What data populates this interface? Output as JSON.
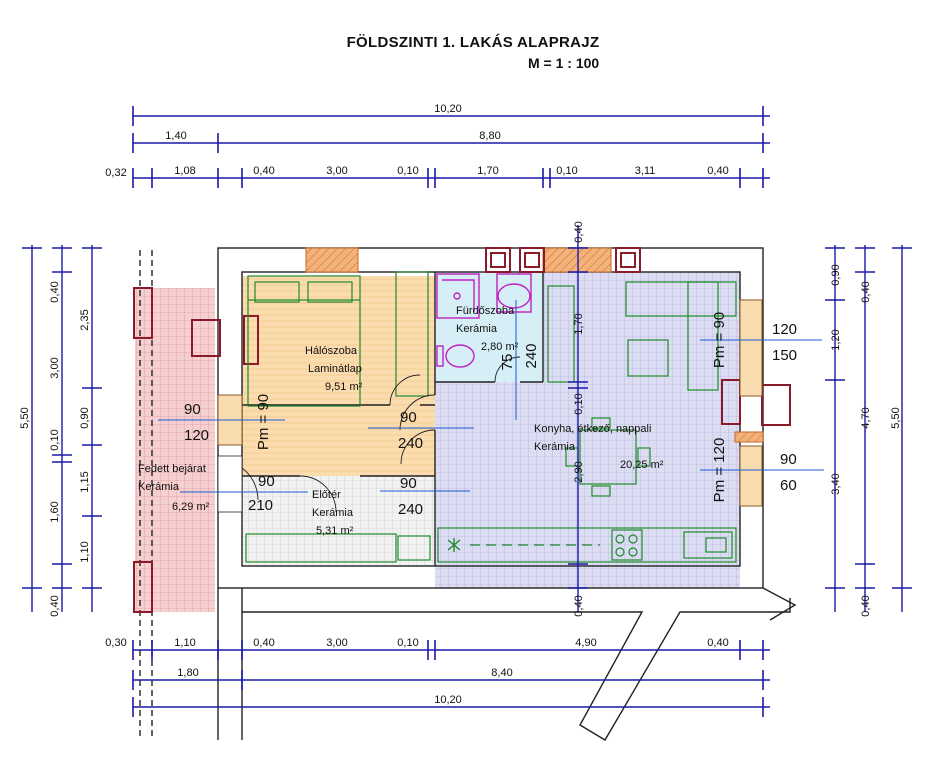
{
  "header": {
    "title": "FÖLDSZINTI 1. LAKÁS ALAPRAJZ",
    "scale": "M = 1 : 100"
  },
  "colors": {
    "dimension": "#1a1aa8",
    "wall": "#222222",
    "furniture": "#1e8a2a",
    "fixture": "#c020c0",
    "chimney": "#f0b080",
    "porch_tile": "#f4c8c8",
    "floor_tile": "#d8d8f0",
    "laminate": "#f9ddb0",
    "window": "#8a1a2a"
  },
  "dimensions": {
    "top": [
      [
        "10,20"
      ],
      [
        "1,40",
        "8,80"
      ],
      [
        "0,32",
        "1,08",
        "0,40",
        "3,00",
        "0,10",
        "1,70",
        "0,10",
        "3,11",
        "0,40"
      ]
    ],
    "bottom": [
      [
        "0,30",
        "1,10",
        "0,40",
        "3,00",
        "0,10",
        "4,90",
        "0,40"
      ],
      [
        "1,80",
        "8,40"
      ],
      [
        "10,20"
      ]
    ],
    "left": [
      [
        "5,50"
      ],
      [
        "0,40",
        "3,00",
        "0,10",
        "1,60",
        "0,40"
      ],
      [
        "2,35",
        "0,90",
        "1,15",
        "1,10"
      ]
    ],
    "right": [
      [
        "0,90",
        "1,20",
        "3,40"
      ],
      [
        "0,40",
        "4,70",
        "0,40"
      ],
      [
        "5,50"
      ]
    ],
    "inner": [
      "0,40",
      "1,70",
      "0,10",
      "2,90",
      "0,40"
    ]
  },
  "rooms": [
    {
      "name": "Hálószoba",
      "finish": "Laminátlap",
      "area": "9,51 m²"
    },
    {
      "name": "Fürdőszoba",
      "finish": "Kerámia",
      "area": "2,80 m²"
    },
    {
      "name": "Konyha, étkező, nappali",
      "finish": "Kerámia",
      "area": "20,25 m²"
    },
    {
      "name": "Fedett bejárat",
      "finish": "Kerámia",
      "area": "6,29 m²"
    },
    {
      "name": "Előtér",
      "finish": "Kerámia",
      "area": "5,31 m²"
    }
  ],
  "openings": {
    "bedroom_window": [
      "90",
      "120"
    ],
    "bedroom_door": [
      "90",
      "240"
    ],
    "hall_door": [
      "90",
      "240"
    ],
    "entry_door": [
      "90",
      "210"
    ],
    "living_window_top": [
      "120",
      "150"
    ],
    "living_window_bottom": [
      "90",
      "60"
    ],
    "bath_door": [
      "75",
      "240"
    ]
  },
  "parapets": [
    "Pm = 90",
    "Pm = 90",
    "Pm = 120"
  ]
}
